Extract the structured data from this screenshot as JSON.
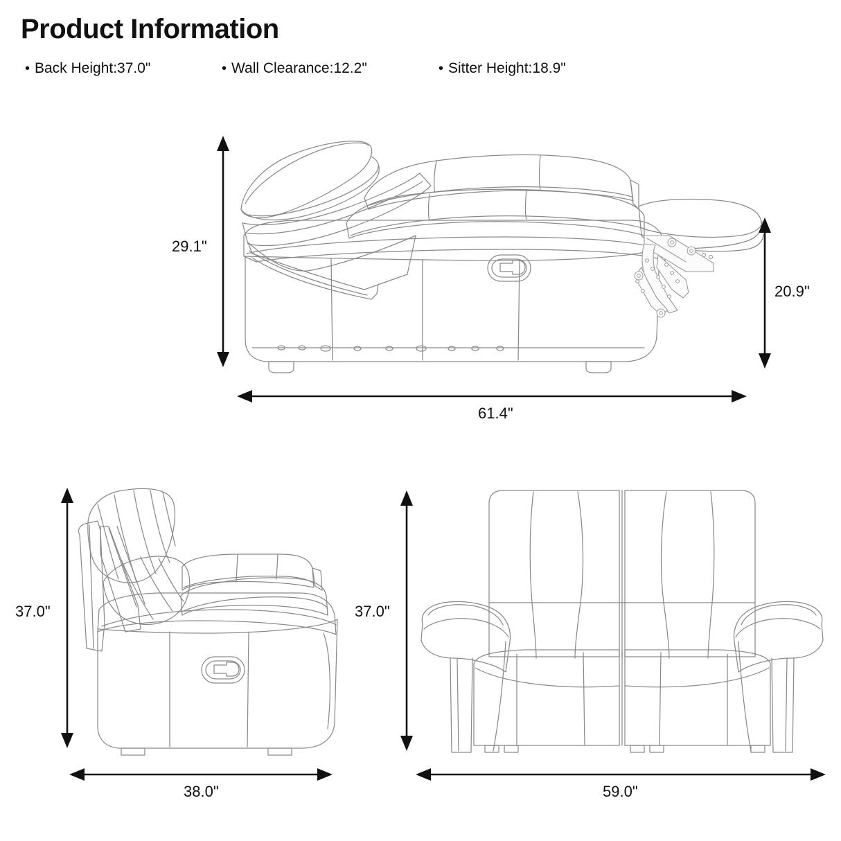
{
  "header": {
    "title": "Product Information",
    "bullet_glyph": "•",
    "specs": [
      "Back Height:37.0\"",
      "Wall Clearance:12.2\"",
      "Sitter Height:18.9\""
    ]
  },
  "figures": {
    "reclined_side_view": {
      "name": "recliner-reclined-side-view",
      "dimensions": {
        "backrest_height": "29.1\"",
        "footrest_height": "20.9\"",
        "overall_length": "61.4\""
      }
    },
    "upright_side_view": {
      "name": "recliner-upright-side-view",
      "dimensions": {
        "overall_height": "37.0\"",
        "overall_depth": "38.0\""
      }
    },
    "front_view": {
      "name": "loveseat-front-view",
      "dimensions": {
        "overall_height": "37.0\"",
        "overall_width": "59.0\""
      }
    }
  },
  "colors": {
    "background": "#ffffff",
    "text": "#111111",
    "upholstery_fill": "#f7f7f7",
    "upholstery_stroke": "#8a8a8a",
    "dimension_line": "#111111"
  },
  "icons": {
    "power_button": "power-button-icon"
  }
}
